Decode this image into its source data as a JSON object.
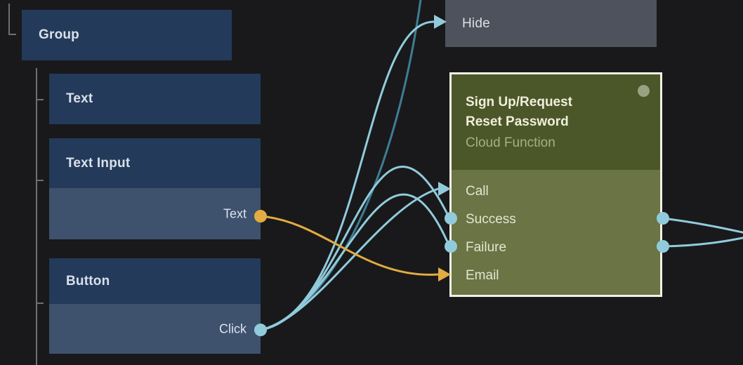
{
  "canvas": {
    "background": "#19191b"
  },
  "nodes": {
    "group": {
      "label": "Group"
    },
    "text": {
      "label": "Text"
    },
    "text_input": {
      "label": "Text Input",
      "output_port": "Text"
    },
    "button": {
      "label": "Button",
      "output_port": "Click"
    },
    "hide": {
      "label": "Hide"
    },
    "cloud_function": {
      "title_line1": "Sign Up/Request",
      "title_line2": "Reset Password",
      "subtitle": "Cloud Function",
      "input_ports": [
        "Call",
        "Success",
        "Failure",
        "Email"
      ],
      "port_call": "Call",
      "port_success": "Success",
      "port_failure": "Failure",
      "port_email": "Email",
      "output_ports": [
        "Success",
        "Failure"
      ]
    }
  },
  "edges": [
    {
      "from": "Button.Click",
      "to": "offscreen-top",
      "color": "#3e7d94"
    },
    {
      "from": "Button.Click",
      "to": "Hide",
      "color": "#91cbdb"
    },
    {
      "from": "Button.Click",
      "to": "CloudFunction.Call",
      "color": "#91cbdb"
    },
    {
      "from": "Button.Click",
      "to": "CloudFunction.Success",
      "color": "#91cbdb"
    },
    {
      "from": "Button.Click",
      "to": "CloudFunction.Failure",
      "color": "#91cbdb"
    },
    {
      "from": "TextInput.Text",
      "to": "CloudFunction.Email",
      "color": "#e2ac42"
    },
    {
      "from": "CloudFunction.Success.out",
      "to": "offscreen-right",
      "color": "#91cbdb"
    },
    {
      "from": "CloudFunction.Failure.out",
      "to": "offscreen-right",
      "color": "#91cbdb"
    }
  ],
  "colors": {
    "background": "#19191b",
    "node_blue_header": "#233a5a",
    "node_blue_port_row": "#3e526e",
    "node_gray": "#4d525c",
    "node_green_header": "#4b5729",
    "node_green_body": "#6a7444",
    "selection_border": "#f2f0e6",
    "edge_light_blue": "#91cbdb",
    "edge_teal": "#3e7d94",
    "edge_orange": "#e2ac42",
    "tree_line_gray": "#6f6f6f"
  }
}
